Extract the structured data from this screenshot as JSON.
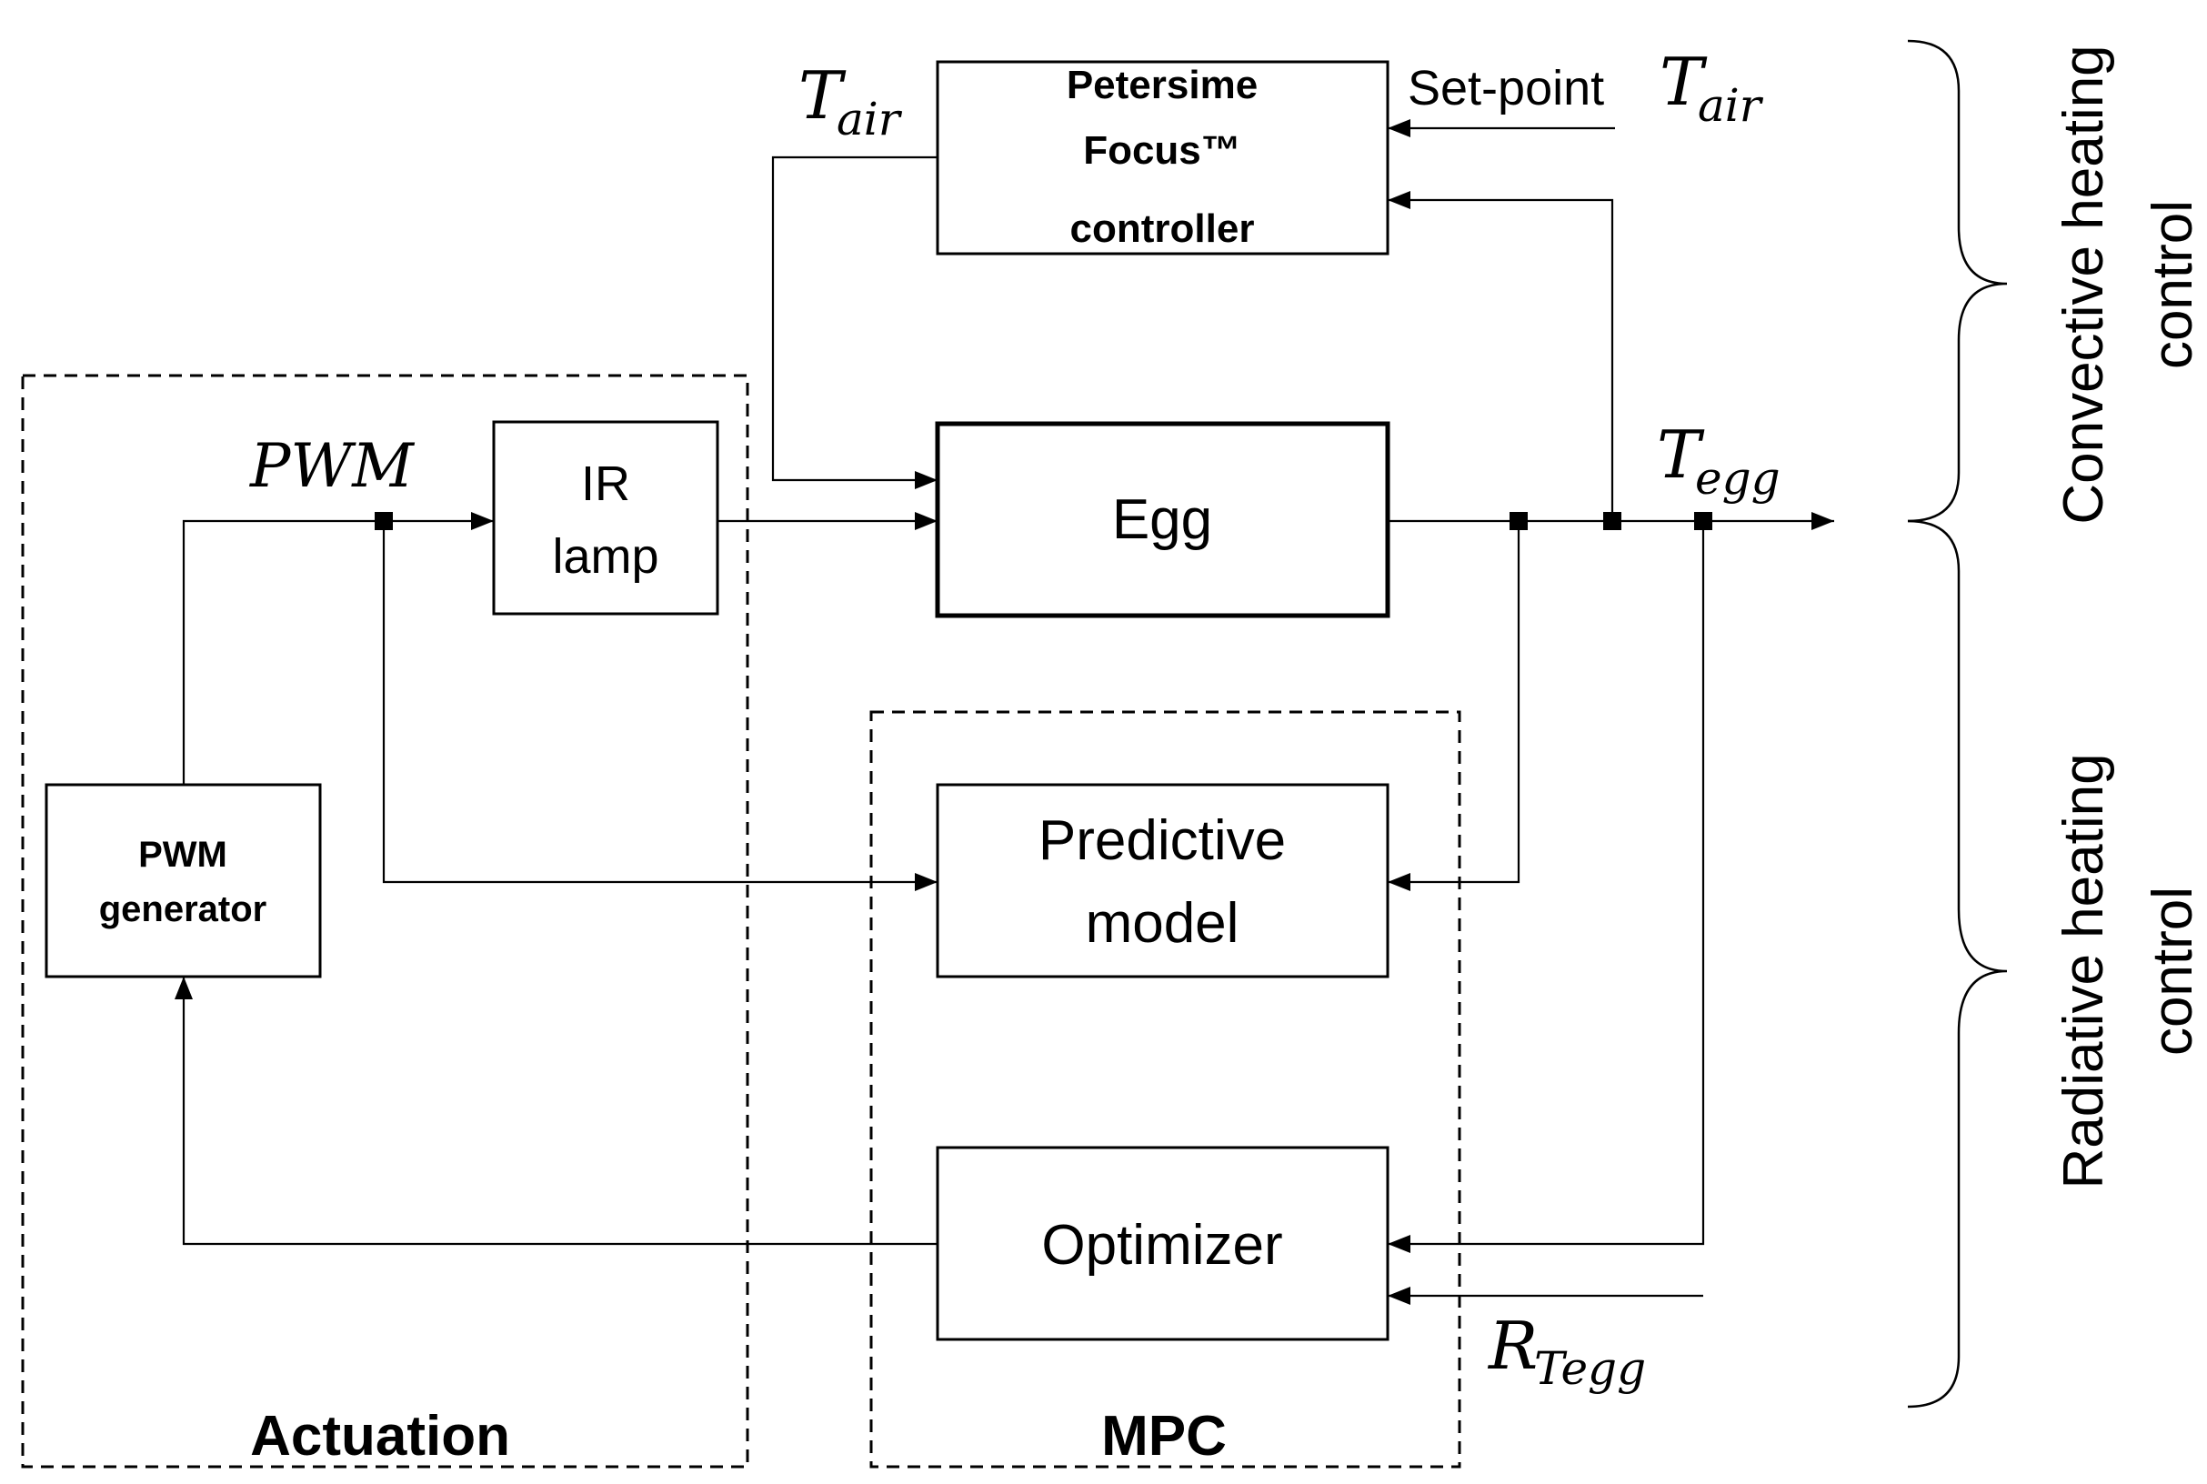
{
  "blocks": {
    "petersime": {
      "line1": "Petersime",
      "line2": "Focus™",
      "line3": "controller"
    },
    "egg": {
      "label": "Egg"
    },
    "ir_lamp": {
      "line1": "IR",
      "line2": "lamp"
    },
    "pwm_generator": {
      "line1": "PWM",
      "line2": "generator"
    },
    "predictive_model": {
      "line1": "Predictive",
      "line2": "model"
    },
    "optimizer": {
      "label": "Optimizer"
    }
  },
  "groups": {
    "actuation": "Actuation",
    "mpc": "MPC"
  },
  "signals": {
    "pwm": "PWM",
    "t_air_symbol": "T",
    "t_air_sub": "air",
    "setpoint_prefix": "Set-point",
    "setpoint_symbol": "T",
    "setpoint_sub": "air",
    "t_egg_symbol": "T",
    "t_egg_sub": "egg",
    "r_symbol": "R",
    "r_sub": "Tegg"
  },
  "side_labels": {
    "convective_line1": "Convective heating",
    "convective_line2": "control",
    "radiative_line1": "Radiative heating",
    "radiative_line2": "control"
  }
}
